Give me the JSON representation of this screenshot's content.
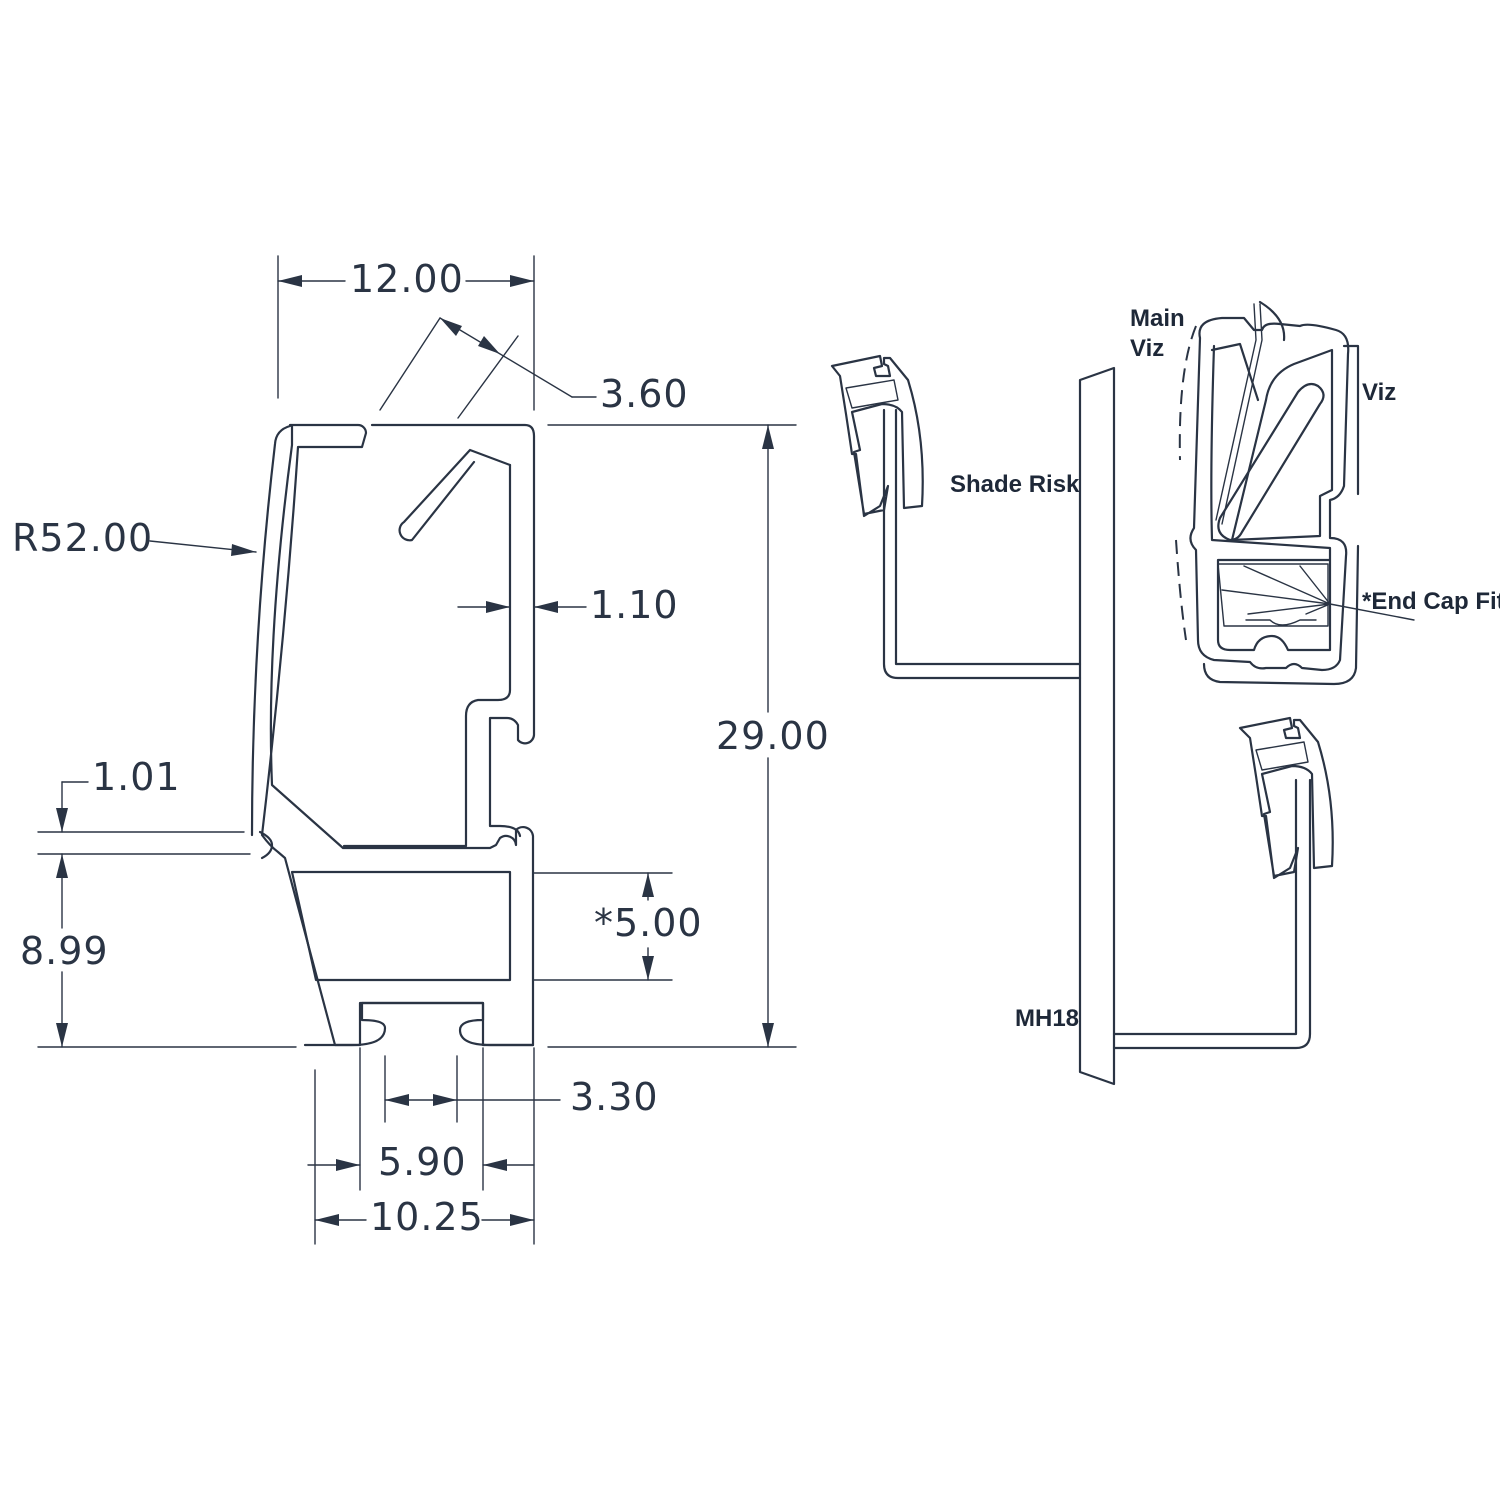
{
  "dimensions": {
    "width_top": "12.00",
    "lip_gap": "3.60",
    "radius": "R52.00",
    "wall": "1.10",
    "height": "29.00",
    "groove": "1.01",
    "lower_height": "8.99",
    "chamber": "*5.00",
    "slot_inner": "3.30",
    "slot_outer": "5.90",
    "base_width": "10.25"
  },
  "labels": {
    "shade_risk": "Shade Risk",
    "main_viz": [
      "Main",
      "Viz"
    ],
    "viz": "Viz",
    "end_cap_fit": "*End Cap Fit",
    "mh18": "MH18"
  },
  "colors": {
    "line": "#2a3444",
    "background": "#ffffff"
  }
}
